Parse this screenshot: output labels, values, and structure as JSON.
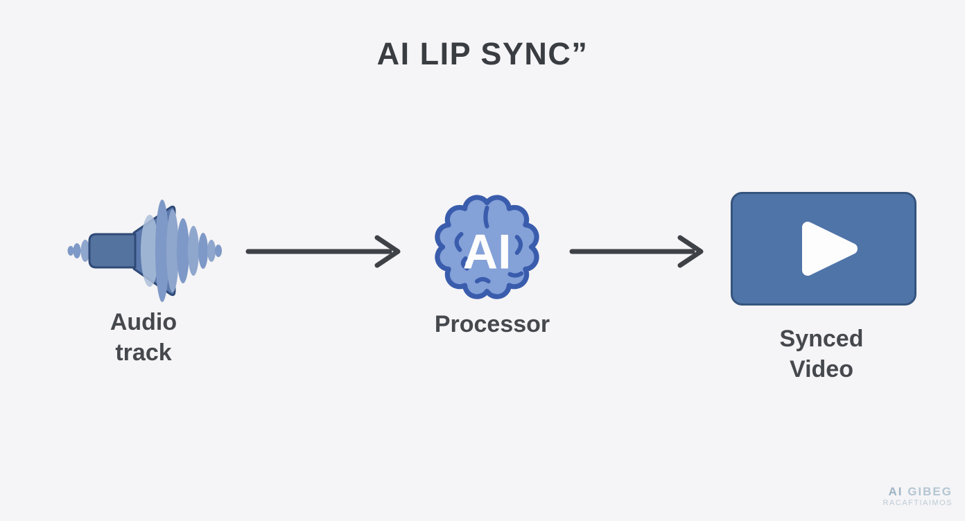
{
  "title": "AI LIP SYNC”",
  "diagram": {
    "nodes": [
      {
        "id": "audio-track",
        "icon": "audio-waveform-icon",
        "label": "Audio\ntrack"
      },
      {
        "id": "processor",
        "icon": "ai-brain-icon",
        "icon_text": "AI",
        "label": "Processor"
      },
      {
        "id": "synced-video",
        "icon": "video-play-icon",
        "label": "Synced\nVideo"
      }
    ],
    "connections": [
      {
        "from": "audio-track",
        "to": "processor"
      },
      {
        "from": "processor",
        "to": "synced-video"
      }
    ]
  },
  "watermark": {
    "line1_bold": "AI",
    "line1_rest": " GIBEG",
    "line2": "RACAFTIAIMOS"
  },
  "colors": {
    "background": "#f5f4f6",
    "title_text": "#393d42",
    "label_text": "#45484d",
    "arrow": "#3e4146",
    "speaker_blue": "#5b79ac",
    "wave_blue": "#7e99c7",
    "brain_fill": "#84a1d8",
    "brain_outline": "#3a5cac",
    "video_fill": "#4f74a8",
    "video_outline": "#35547e",
    "watermark_text": "#9eb4c5"
  }
}
